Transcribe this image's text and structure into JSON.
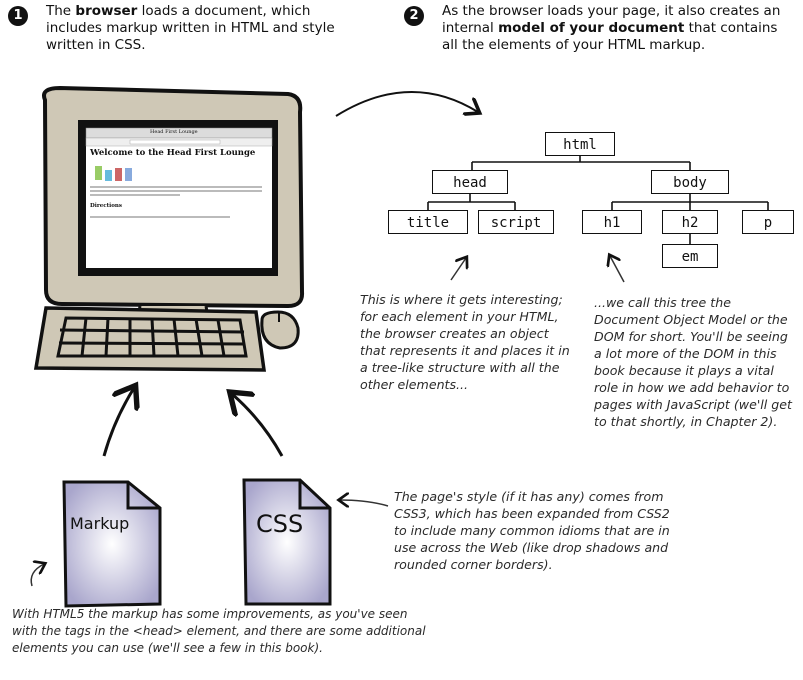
{
  "steps": [
    {
      "num": "1",
      "pre": "The ",
      "bold": "browser",
      "post": " loads a document, which includes markup written in HTML and style written in CSS."
    },
    {
      "num": "2",
      "pre": "As the browser loads your page, it also creates an internal  ",
      "bold": "model of your document",
      "post": " that contains all the elements of your HTML markup."
    }
  ],
  "tree": {
    "html": "html",
    "head": "head",
    "body": "body",
    "title": "title",
    "script": "script",
    "h1": "h1",
    "h2": "h2",
    "p": "p",
    "em": "em"
  },
  "notes": {
    "interesting": "This is where it gets interesting; for each element in your HTML, the browser creates an object that represents it and places it in a tree-like structure with all the other elements...",
    "dom": "...we call this tree the Document Object Model or the DOM for short. You'll be seeing a lot more of the DOM in this book because it plays a vital role in how we add behavior to pages with JavaScript (we'll get to that shortly, in Chapter 2).",
    "css": "The page's style (if it has any) comes from CSS3, which has been expanded from CSS2 to include many common idioms that are in use across the Web (like drop shadows and rounded corner borders).",
    "html5": "With HTML5 the markup has some improvements, as you've seen with the tags in the <head> element, and there are some additional elements you can use (we'll see a few in this book)."
  },
  "documents": {
    "markup": "Markup",
    "css": "CSS"
  },
  "screen": {
    "window_title": "Head First Lounge",
    "heading": "Welcome to the Head First Lounge",
    "directions": "Directions"
  }
}
